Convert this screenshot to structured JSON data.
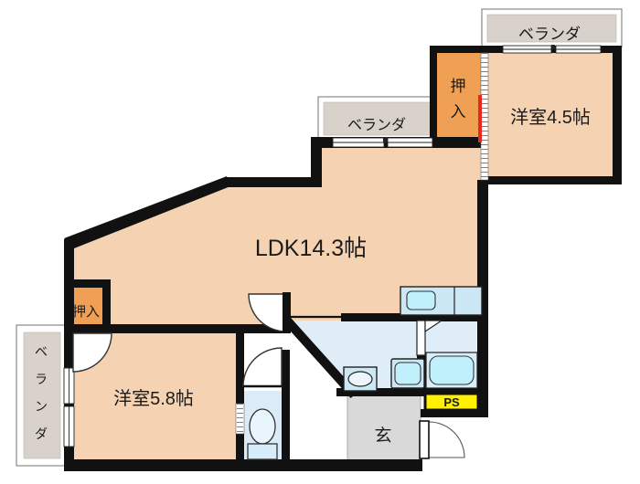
{
  "floorplan": {
    "type": "apartment-floorplan",
    "labels": {
      "ldk": "LDK14.3帖",
      "western_room_45": "洋室4.5帖",
      "western_room_58": "洋室5.8帖",
      "balcony_top": "ベランダ",
      "balcony_mid": "ベランダ",
      "balcony_left_chars": [
        "ベ",
        "ラ",
        "ン",
        "ダ"
      ],
      "closet_top_chars": [
        "押",
        "入"
      ],
      "closet_left": "押入",
      "entrance": "玄",
      "pipe_space": "PS"
    },
    "colors": {
      "wall": "#111111",
      "room_floor": "#F5D3B2",
      "closet": "#F0A055",
      "balcony": "#D9D2CB",
      "wet_area_floor": "#DFEDF8",
      "toilet_room_floor": "#DBEBF8",
      "fixture_blue": "#BFF0FB",
      "counter_blue": "#CDE8F5",
      "entrance_floor": "#D9D9D9",
      "pipe_space_bg": "#FFF100",
      "accent_red": "#E8281E"
    },
    "fixtures": [
      "kitchen-sink",
      "bathtub",
      "washbasin",
      "washer-pan",
      "toilet"
    ]
  }
}
